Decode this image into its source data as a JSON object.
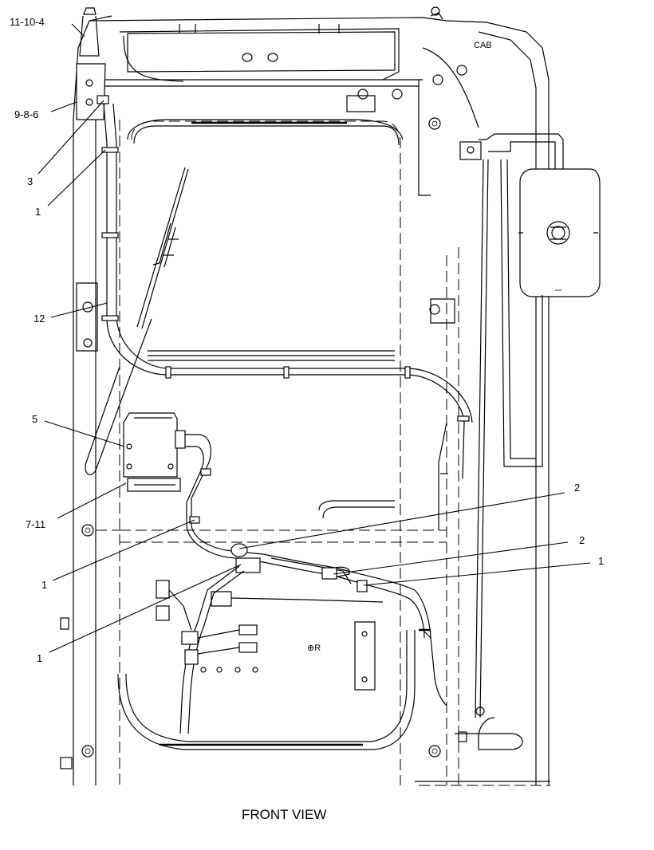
{
  "caption": "FRONT VIEW",
  "cab_label": "CAB",
  "callouts": [
    {
      "id": "c-11-10-4",
      "text": "11-10-4"
    },
    {
      "id": "c-9-8-6",
      "text": "9-8-6"
    },
    {
      "id": "c-3",
      "text": "3"
    },
    {
      "id": "c-1a",
      "text": "1"
    },
    {
      "id": "c-12",
      "text": "12"
    },
    {
      "id": "c-5",
      "text": "5"
    },
    {
      "id": "c-7-11",
      "text": "7-11"
    },
    {
      "id": "c-1b",
      "text": "1"
    },
    {
      "id": "c-1c",
      "text": "1"
    },
    {
      "id": "c-2a",
      "text": "2"
    },
    {
      "id": "c-2b",
      "text": "2"
    },
    {
      "id": "c-1d",
      "text": "1"
    }
  ]
}
